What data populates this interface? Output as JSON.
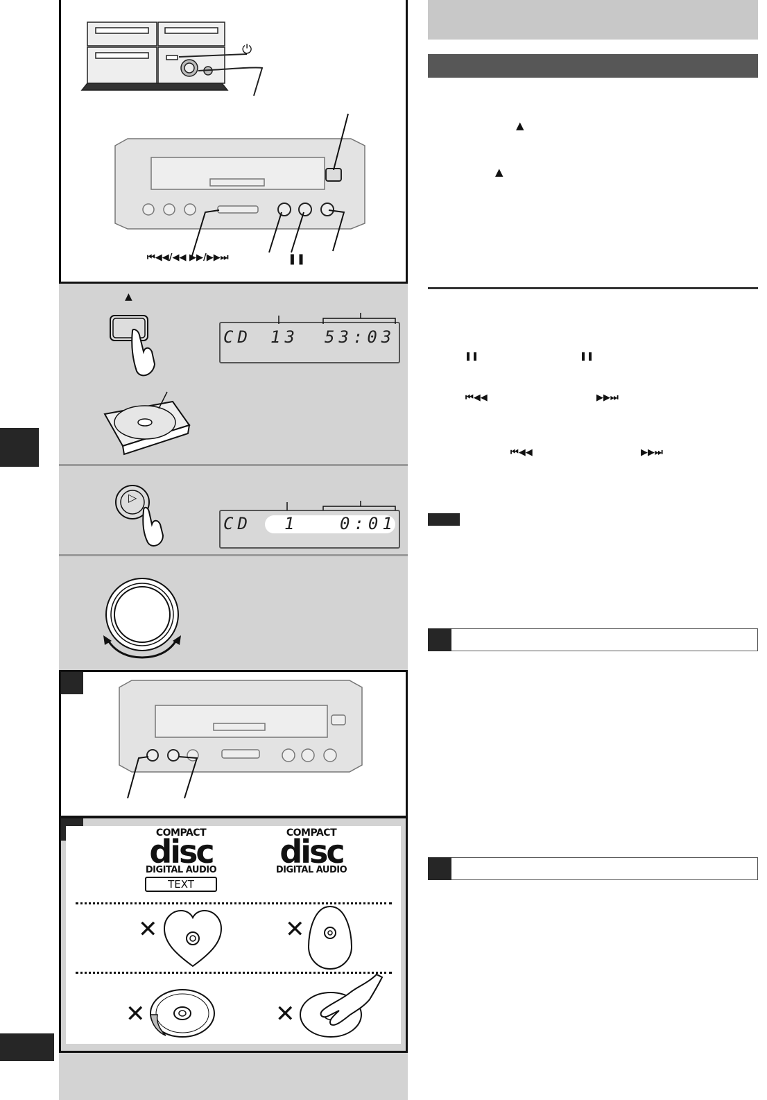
{
  "symbols": {
    "power": "⏻",
    "eject": "▲",
    "pause": "❚❚",
    "play": "▷",
    "skip_search_back": "⏮◀◀",
    "skip_search_fwd": "▶▶⏭",
    "skip_search_full": "⏮◀◀/◀◀  ▶▶/▶▶⏭",
    "cross": "✕"
  },
  "lcd": {
    "first": {
      "source": "CD",
      "track": "13",
      "time": "53:03"
    },
    "second": {
      "source": "CD",
      "track": "1",
      "time": "0:01"
    }
  },
  "logos": {
    "compact_text": {
      "top": "COMPACT",
      "big": "disc",
      "bottom": "DIGITAL AUDIO",
      "badge": "TEXT"
    },
    "compact": {
      "top": "COMPACT",
      "big": "disc",
      "bottom": "DIGITAL AUDIO"
    }
  },
  "colors": {
    "panel_gray": "#d3d3d3",
    "header_dark": "#575757",
    "header_light": "#c8c8c8"
  }
}
